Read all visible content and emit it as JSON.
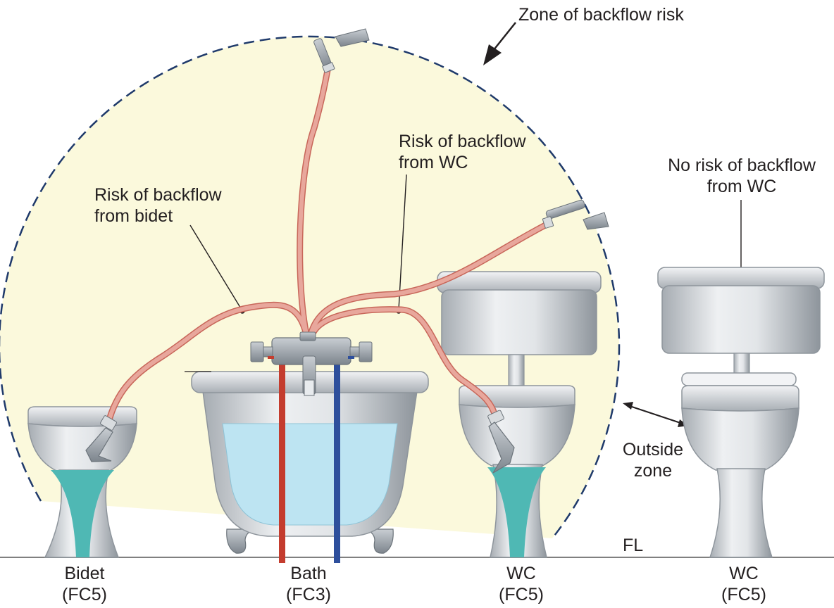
{
  "labels": {
    "zone_title": "Zone of backflow risk",
    "risk_bidet": "Risk of backflow\nfrom bidet",
    "risk_wc": "Risk of backflow\nfrom WC",
    "no_risk_wc": "No risk of backflow\nfrom WC",
    "outside_zone": "Outside\nzone",
    "floor_level": "FL"
  },
  "fixtures": {
    "bidet": {
      "name": "Bidet",
      "code": "(FC5)"
    },
    "bath": {
      "name": "Bath",
      "code": "(FC3)"
    },
    "wc_inside": {
      "name": "WC",
      "code": "(FC5)"
    },
    "wc_outside": {
      "name": "WC",
      "code": "(FC5)"
    }
  },
  "colors": {
    "zone_fill": "#fbf9dc",
    "zone_border": "#1f3a6b",
    "hose": "#e8a79c",
    "hose_edge": "#c8675a",
    "ceramic": "#dcdfe2",
    "ceramic_dark": "#9aa1a8",
    "bath_water": "#bde4f2",
    "fixture_water": "#4fb8b4",
    "hot_pipe": "#c43c2e",
    "cold_pipe": "#2e4f9c",
    "floor_line": "#808080"
  }
}
